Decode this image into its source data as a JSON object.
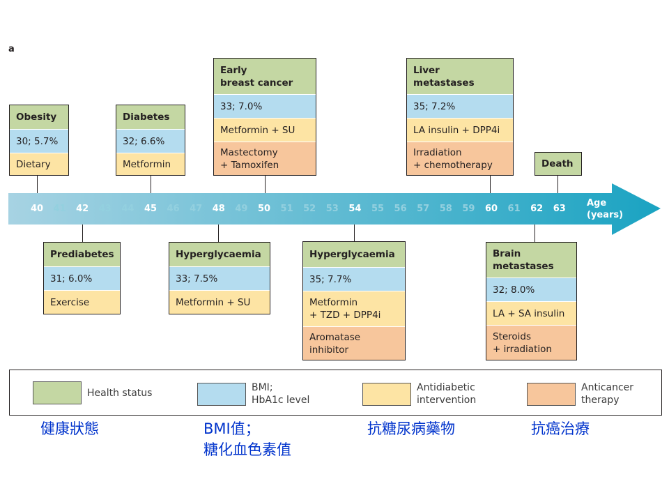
{
  "panel_label": "a",
  "axis": {
    "label": "Age\n(years)",
    "ticks": [
      {
        "v": "40",
        "hl": true
      },
      {
        "v": "41",
        "hl": false
      },
      {
        "v": "42",
        "hl": true
      },
      {
        "v": "43",
        "hl": false
      },
      {
        "v": "44",
        "hl": false
      },
      {
        "v": "45",
        "hl": true
      },
      {
        "v": "46",
        "hl": false
      },
      {
        "v": "47",
        "hl": false
      },
      {
        "v": "48",
        "hl": true
      },
      {
        "v": "49",
        "hl": false
      },
      {
        "v": "50",
        "hl": true
      },
      {
        "v": "51",
        "hl": false
      },
      {
        "v": "52",
        "hl": false
      },
      {
        "v": "53",
        "hl": false
      },
      {
        "v": "54",
        "hl": true
      },
      {
        "v": "55",
        "hl": false
      },
      {
        "v": "56",
        "hl": false
      },
      {
        "v": "57",
        "hl": false
      },
      {
        "v": "58",
        "hl": false
      },
      {
        "v": "59",
        "hl": false
      },
      {
        "v": "60",
        "hl": true
      },
      {
        "v": "61",
        "hl": false
      },
      {
        "v": "62",
        "hl": true
      },
      {
        "v": "63",
        "hl": true
      }
    ]
  },
  "events": [
    {
      "id": "obesity",
      "age": "40",
      "health": "Obesity",
      "bmi": "30; 5.7%",
      "anti": "Dietary",
      "cancer": ""
    },
    {
      "id": "prediabetes",
      "age": "42",
      "health": "Prediabetes",
      "bmi": "31; 6.0%",
      "anti": "Exercise",
      "cancer": ""
    },
    {
      "id": "diabetes",
      "age": "45",
      "health": "Diabetes",
      "bmi": "32; 6.6%",
      "anti": "Metformin",
      "cancer": ""
    },
    {
      "id": "hyperglycaemia-48",
      "age": "48",
      "health": "Hyperglycaemia",
      "bmi": "33; 7.5%",
      "anti": "Metformin + SU",
      "cancer": ""
    },
    {
      "id": "early-breast-cancer",
      "age": "50",
      "health": "Early\nbreast cancer",
      "bmi": "33; 7.0%",
      "anti": "Metformin + SU",
      "cancer": "Mastectomy\n+ Tamoxifen"
    },
    {
      "id": "hyperglycaemia-54",
      "age": "54",
      "health": "Hyperglycaemia",
      "bmi": "35; 7.7%",
      "anti": "Metformin\n+ TZD + DPP4i",
      "cancer": "Aromatase\ninhibitor"
    },
    {
      "id": "liver-metastases",
      "age": "60",
      "health": "Liver\nmetastases",
      "bmi": "35; 7.2%",
      "anti": "LA insulin + DPP4i",
      "cancer": "Irradiation\n+ chemotherapy"
    },
    {
      "id": "brain-metastases",
      "age": "62",
      "health": "Brain\nmetastases",
      "bmi": "32; 8.0%",
      "anti": "LA + SA insulin",
      "cancer": "Steroids\n+ irradiation"
    },
    {
      "id": "death",
      "age": "63",
      "health": "Death",
      "bmi": "",
      "anti": "",
      "cancer": ""
    }
  ],
  "legend": {
    "health": "Health status",
    "bmi": "BMI;\nHbA1c level",
    "anti": "Antidiabetic\nintervention",
    "cancer": "Anticancer\ntherapy"
  },
  "chinese_labels": {
    "health": "健康狀態",
    "bmi": "BMI值；\n糖化血色素值",
    "anti": "抗糖尿病藥物",
    "cancer": "抗癌治療"
  },
  "colors": {
    "health": "#c4d7a3",
    "bmi": "#b4dcef",
    "anti": "#fde4a4",
    "cancer": "#f7c69c",
    "arrow_start": "#a7d3e3",
    "arrow_end": "#1aa3c2",
    "chinese_text": "#0033cc"
  }
}
